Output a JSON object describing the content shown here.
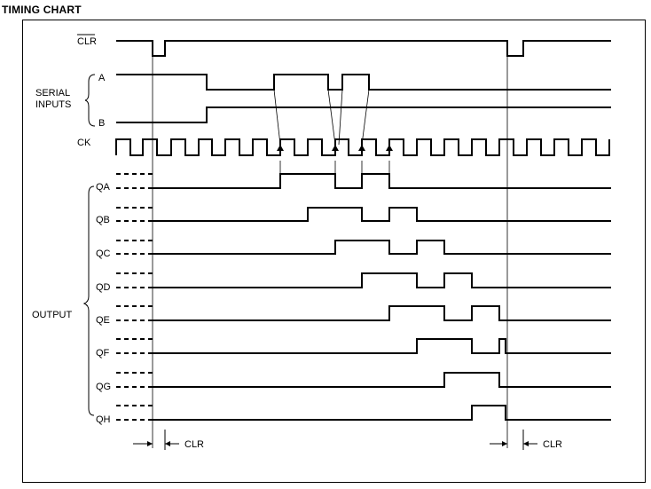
{
  "title": "TIMING CHART",
  "signals": {
    "clr": "CLR",
    "a": "A",
    "b": "B",
    "ck": "CK",
    "serial_inputs_line1": "SERIAL",
    "serial_inputs_line2": "INPUTS",
    "output": "OUTPUT",
    "qa": "QA",
    "qb": "QB",
    "qc": "QC",
    "qd": "QD",
    "qe": "QE",
    "qf": "QF",
    "qg": "QG",
    "qh": "QH"
  },
  "annotations": {
    "clr_left": "CLR",
    "clr_right": "CLR"
  }
}
